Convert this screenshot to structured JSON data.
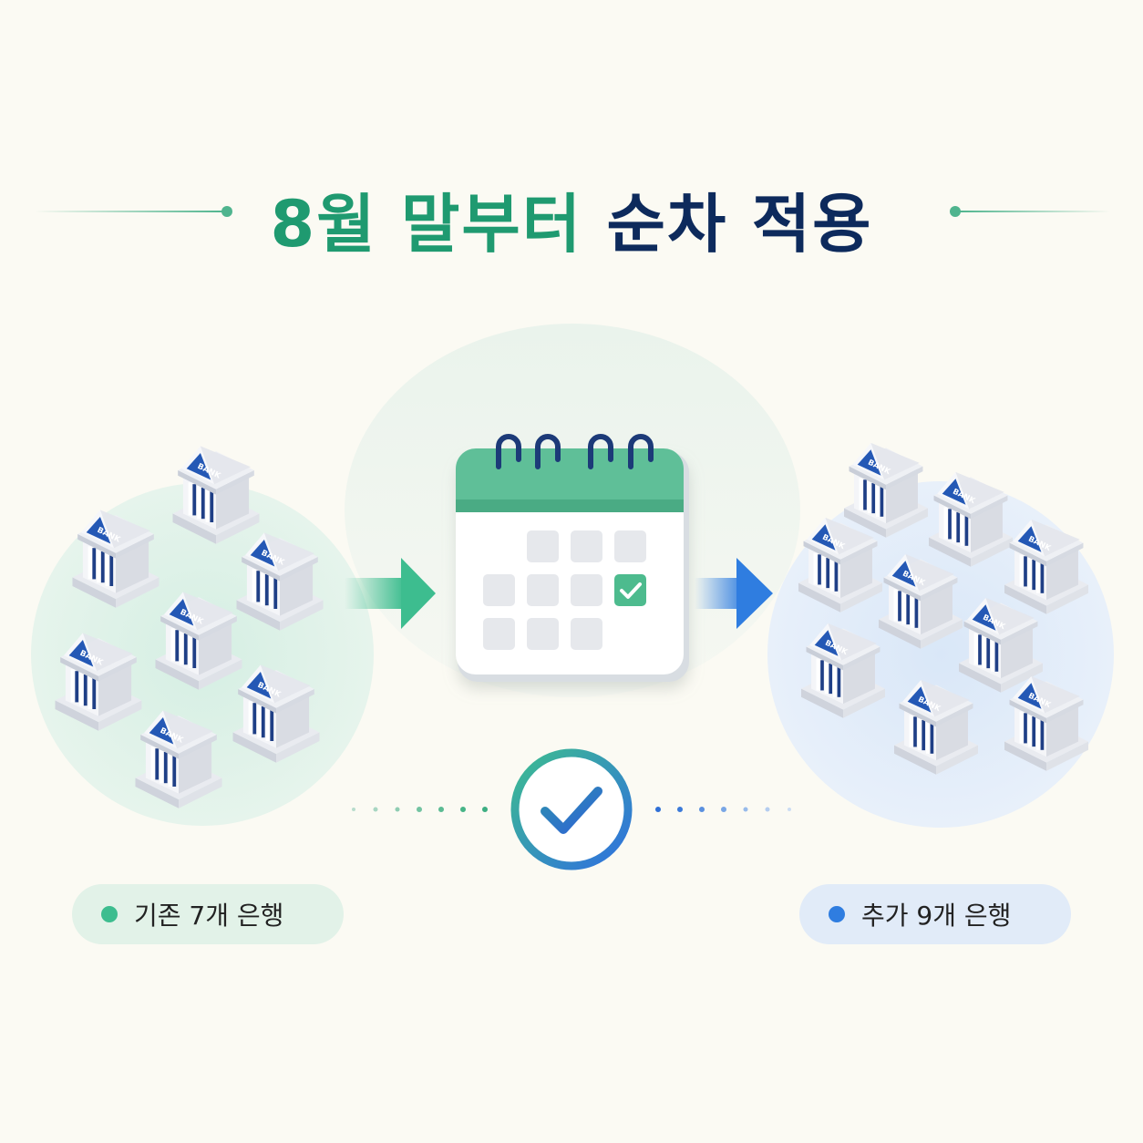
{
  "header": {
    "title_part1": "8월 말부터",
    "title_part2": "순차 적용"
  },
  "left_group": {
    "label": "기존 7개 은행",
    "bank_sign": "BANK",
    "bullet_color": "#3dbd8f"
  },
  "right_group": {
    "label": "추가 9개 은행",
    "bank_sign": "BANK",
    "bullet_color": "#2f7de0"
  },
  "center": {
    "icon": "calendar-icon",
    "check_icon": "check-circle-icon"
  },
  "colors": {
    "green": "#1f9a70",
    "navy": "#0d2a5c",
    "blue": "#2f7de0"
  }
}
